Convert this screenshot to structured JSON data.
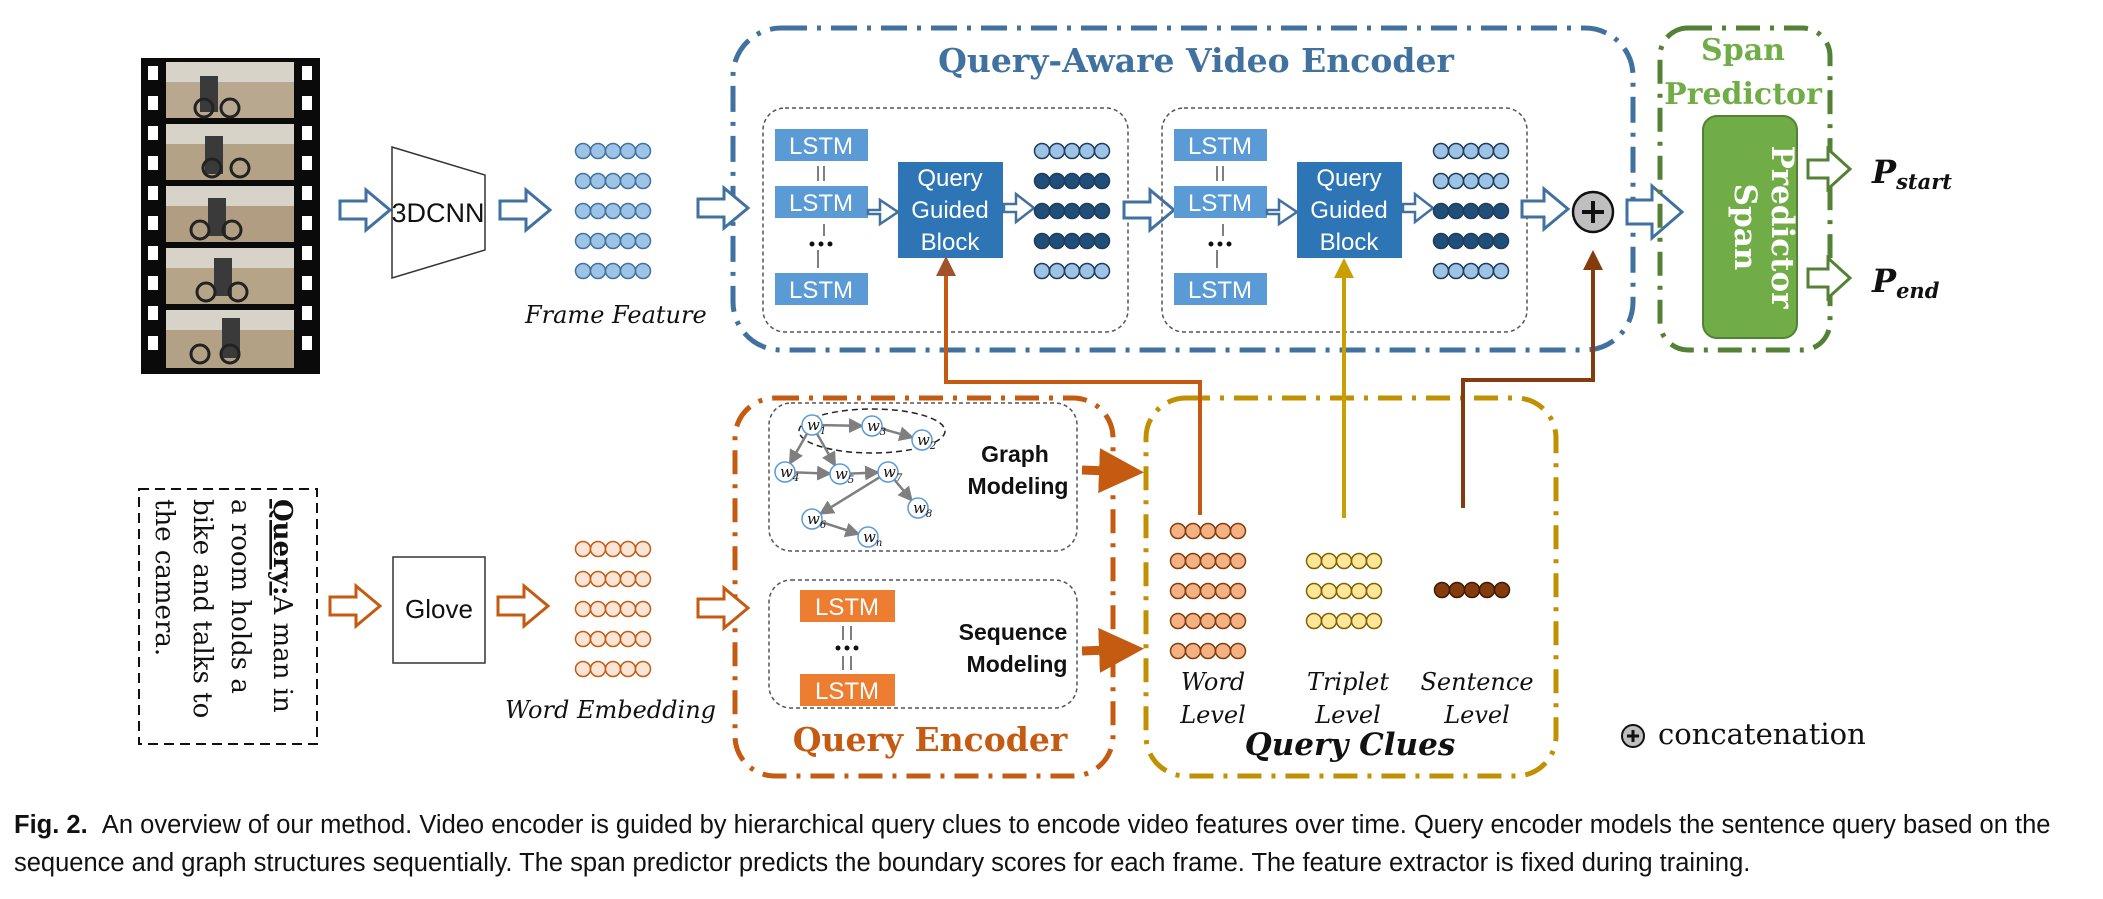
{
  "figure": {
    "frame_feature_label": "Frame Feature",
    "cnn_label": "3DCNN",
    "video_encoder_title": "Query-Aware Video Encoder",
    "lstm_label": "LSTM",
    "qgb_line1": "Query",
    "qgb_line2": "Guided",
    "qgb_line3": "Block",
    "span_predictor_title_line1": "Span",
    "span_predictor_title_line2": "Predictor",
    "span_box_line1": "Span",
    "span_box_line2": "Predictor",
    "p_start": "P",
    "p_start_sub": "start",
    "p_end": "P",
    "p_end_sub": "end",
    "query_label": "Query:",
    "query_text_1": "A man in",
    "query_text_2": "a room holds a",
    "query_text_3": "bike and talks to",
    "query_text_4": "the camera.",
    "glove_label": "Glove",
    "word_embedding_label": "Word Embedding",
    "graph_modeling_1": "Graph",
    "graph_modeling_2": "Modeling",
    "sequence_modeling_1": "Sequence",
    "sequence_modeling_2": "Modeling",
    "query_encoder_title": "Query Encoder",
    "query_clues_title": "Query Clues",
    "word_level_1": "Word",
    "word_level_2": "Level",
    "triplet_level_1": "Triplet",
    "triplet_level_2": "Level",
    "sentence_level_1": "Sentence",
    "sentence_level_2": "Level",
    "concat_legend": "concatenation",
    "graph_nodes": [
      "w1",
      "w3",
      "w2",
      "w4",
      "w5",
      "w7",
      "w6",
      "w8",
      "wn"
    ],
    "colors": {
      "video_blue": "#41729f",
      "lstm_blue": "#5b9bd5",
      "qgb_blue": "#2e75b6",
      "dark_circle": "#1f4e79",
      "light_circle": "#9dc3e6",
      "span_green": "#70ad47",
      "span_border": "#538135",
      "query_orange": "#c55a11",
      "lstm_orange": "#ed7d31",
      "clue_gold": "#c09000",
      "word_level": "#f4b183",
      "triplet_level": "#ffe699",
      "sentence_level": "#843c0c"
    }
  },
  "caption": {
    "label": "Fig. 2.",
    "text": "An overview of our method. Video encoder is guided by hierarchical query clues to encode video features over time. Query encoder models the sentence query based on the sequence and graph structures sequentially. The span predictor predicts the boundary scores for each frame. The feature extractor is fixed during training."
  }
}
